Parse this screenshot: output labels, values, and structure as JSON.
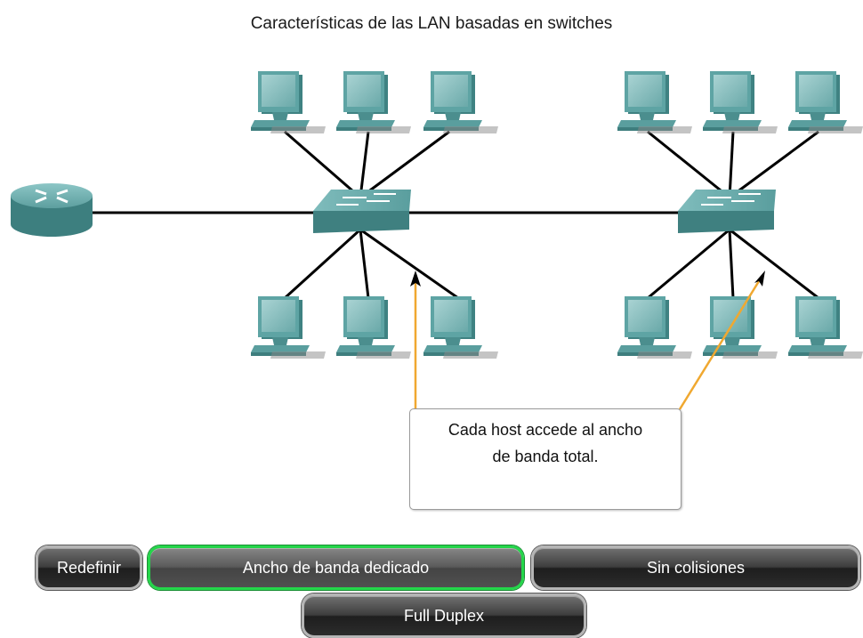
{
  "title": "Características de las LAN basadas en switches",
  "callout": {
    "line1": "Cada host accede al ancho",
    "line2": "de banda total."
  },
  "buttons": {
    "reset": "Redefinir",
    "dedicated_bandwidth": "Ancho de banda dedicado",
    "no_collisions": "Sin colisiones",
    "full_duplex": "Full Duplex"
  },
  "diagram": {
    "devices": {
      "router_count": 1,
      "switch_count": 2,
      "hosts_per_switch": 6
    },
    "colors": {
      "device_teal": "#4e9a9a",
      "arrow_orange": "#f0a830",
      "link_black": "#000000",
      "active_button_green": "#24d64a"
    }
  }
}
